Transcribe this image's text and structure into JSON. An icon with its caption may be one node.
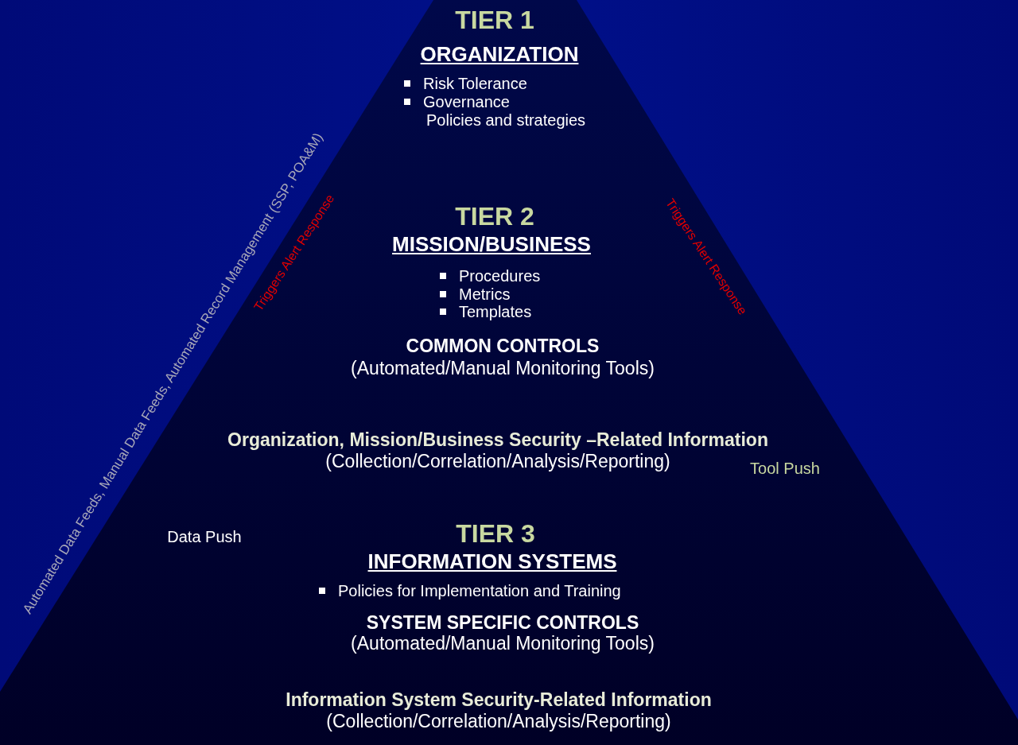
{
  "diagram": {
    "nodes": [
      {
        "text": [
          "TIER 1",
          "ORGANIZATION",
          "Risk Tolerance",
          "Governance",
          "Policies and strategies",
          "TIER 2",
          "MISSION/BUSINESS",
          "Procedures",
          "Metrics",
          "Templates",
          "COMMON CONTROLS",
          "(Automated/Manual Monitoring Tools)",
          "Organization, Mission/Business Security –Related Information",
          "(Collection/Correlation/Analysis/Reporting)",
          "TIER 3",
          "INFORMATION SYSTEMS",
          "Policies for Implementation and Training",
          "SYSTEM SPECIFIC CONTROLS",
          "(Automated/Manual Monitoring Tools)",
          "Information System Security-Related Information",
          "(Collection/Correlation/Analysis/Reporting)"
        ]
      }
    ],
    "labels": [
      "Automated Data Feeds, Manual Data Feeds, Automated Record Management (SSP, POA&M)",
      "Triggers Alert Response",
      "Triggers Alert Response",
      "Tool Push",
      "Data Push"
    ]
  }
}
